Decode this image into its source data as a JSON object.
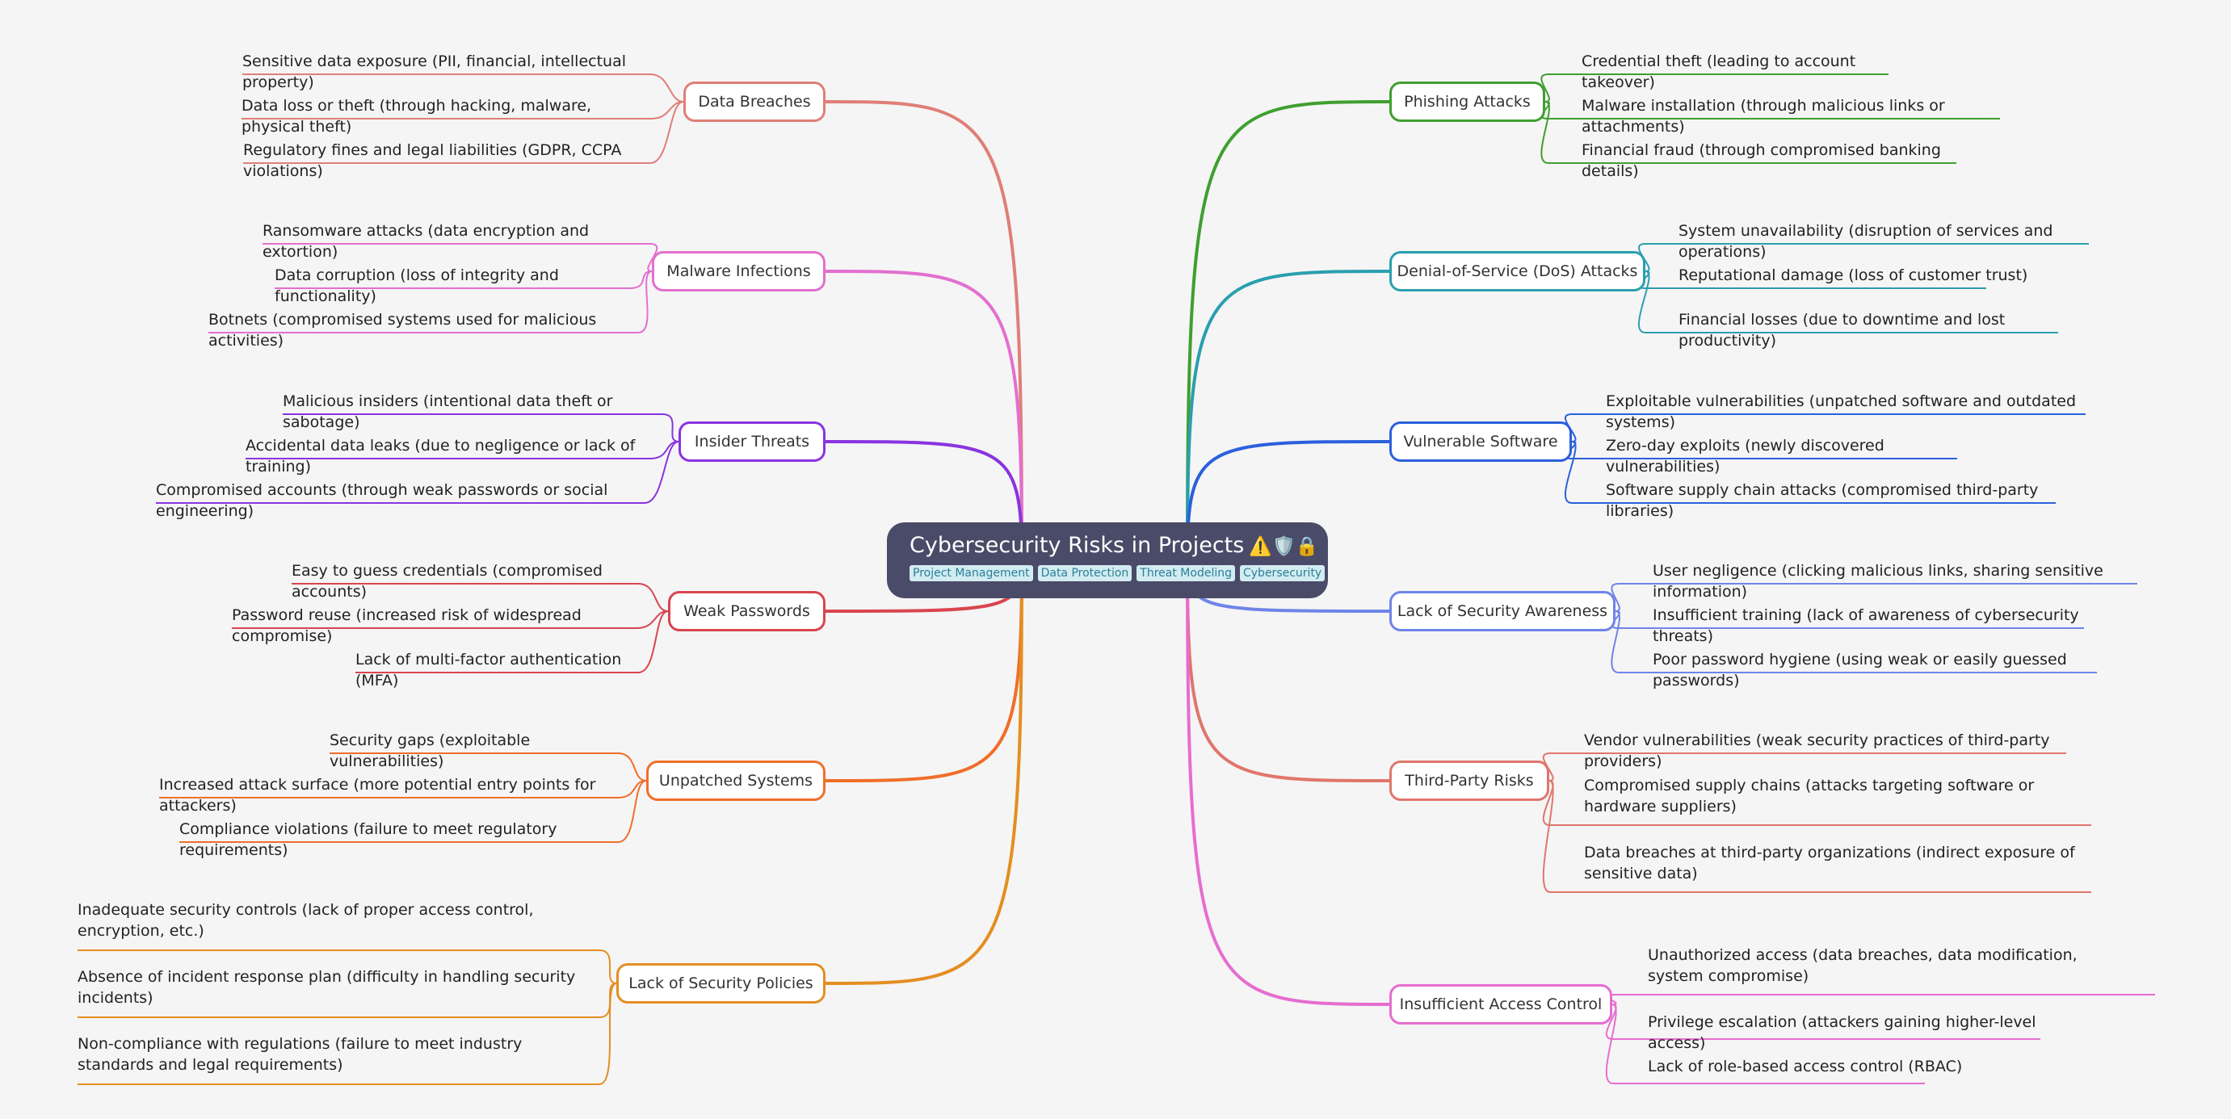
{
  "root": {
    "title": "Cybersecurity Risks in Projects",
    "icons": "⚠️🛡️🔒",
    "tags": [
      "Project Management",
      "Data Protection",
      "Threat Modeling",
      "Cybersecurity"
    ]
  },
  "branches": [
    {
      "side": "left",
      "label": "Data Breaches",
      "color": "#e07e78",
      "items": [
        "Sensitive data exposure (PII, financial, intellectual property)",
        "Data loss or theft (through hacking, malware, physical theft)",
        "Regulatory fines and legal liabilities (GDPR, CCPA violations)"
      ]
    },
    {
      "side": "left",
      "label": "Malware Infections",
      "color": "#e36fcf",
      "items": [
        "Ransomware attacks (data encryption and extortion)",
        "Data corruption (loss of integrity and functionality)",
        "Botnets (compromised systems used for malicious activities)"
      ]
    },
    {
      "side": "left",
      "label": "Insider Threats",
      "color": "#8a34e0",
      "items": [
        "Malicious insiders (intentional data theft or sabotage)",
        "Accidental data leaks (due to negligence or lack of training)",
        "Compromised accounts (through weak passwords or social engineering)"
      ]
    },
    {
      "side": "left",
      "label": "Weak Passwords",
      "color": "#d9454f",
      "items": [
        "Easy to guess credentials (compromised accounts)",
        "Password reuse (increased risk of widespread compromise)",
        "Lack of multi-factor authentication (MFA)"
      ]
    },
    {
      "side": "left",
      "label": "Unpatched Systems",
      "color": "#f06e2a",
      "items": [
        "Security gaps (exploitable vulnerabilities)",
        "Increased attack surface (more potential entry points for attackers)",
        "Compliance violations (failure to meet regulatory requirements)"
      ]
    },
    {
      "side": "left",
      "label": "Lack of Security Policies",
      "color": "#e48e21",
      "items": [
        "Inadequate security controls (lack of proper access control, encryption, etc.)",
        "Absence of incident response plan (difficulty in handling security incidents)",
        "Non-compliance with regulations (failure to meet industry standards and legal requirements)"
      ]
    },
    {
      "side": "right",
      "label": "Phishing Attacks",
      "color": "#3f9f2f",
      "items": [
        "Credential theft (leading to account takeover)",
        "Malware installation (through malicious links or attachments)",
        "Financial fraud (through compromised banking details)"
      ]
    },
    {
      "side": "right",
      "label": "Denial-of-Service (DoS) Attacks",
      "color": "#2a9fae",
      "items": [
        "System unavailability (disruption of services and operations)",
        "Reputational damage (loss of customer trust)",
        "Financial losses (due to downtime and lost productivity)"
      ]
    },
    {
      "side": "right",
      "label": "Vulnerable Software",
      "color": "#2b60dc",
      "items": [
        "Exploitable vulnerabilities (unpatched software and outdated systems)",
        "Zero-day exploits (newly discovered vulnerabilities)",
        "Software supply chain attacks (compromised third-party libraries)"
      ]
    },
    {
      "side": "right",
      "label": "Lack of Security Awareness",
      "color": "#6f84e8",
      "items": [
        "User negligence (clicking malicious links, sharing sensitive information)",
        "Insufficient training (lack of awareness of cybersecurity threats)",
        "Poor password hygiene (using weak or easily guessed passwords)"
      ]
    },
    {
      "side": "right",
      "label": "Third-Party Risks",
      "color": "#e0766c",
      "items": [
        "Vendor vulnerabilities (weak security practices of third-party providers)",
        "Compromised supply chains (attacks targeting software or hardware suppliers)",
        "Data breaches at third-party organizations (indirect exposure of sensitive data)"
      ]
    },
    {
      "side": "right",
      "label": "Insufficient Access Control",
      "color": "#e66dd0",
      "items": [
        "Unauthorized access (data breaches, data modification, system compromise)",
        "Privilege escalation (attackers gaining higher-level access)",
        "Lack of role-based access control (RBAC)"
      ]
    }
  ]
}
